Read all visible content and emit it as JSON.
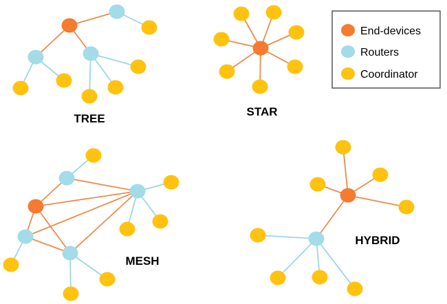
{
  "colors": {
    "end_device": "#F47B2F",
    "router": "#A3DBE8",
    "coordinator": "#FFC20E",
    "link_orange": "#F08A4B",
    "link_blue": "#9CD6E3",
    "legend_border": "#555555"
  },
  "legend": {
    "items": [
      {
        "label": "End-devices",
        "kind": "end_device"
      },
      {
        "label": "Routers",
        "kind": "router"
      },
      {
        "label": "Coordinator",
        "kind": "coordinator"
      }
    ]
  },
  "topologies": [
    {
      "id": "tree",
      "label": "TREE"
    },
    {
      "id": "star",
      "label": "STAR"
    },
    {
      "id": "mesh",
      "label": "MESH"
    },
    {
      "id": "hybrid",
      "label": "HYBRID"
    }
  ]
}
